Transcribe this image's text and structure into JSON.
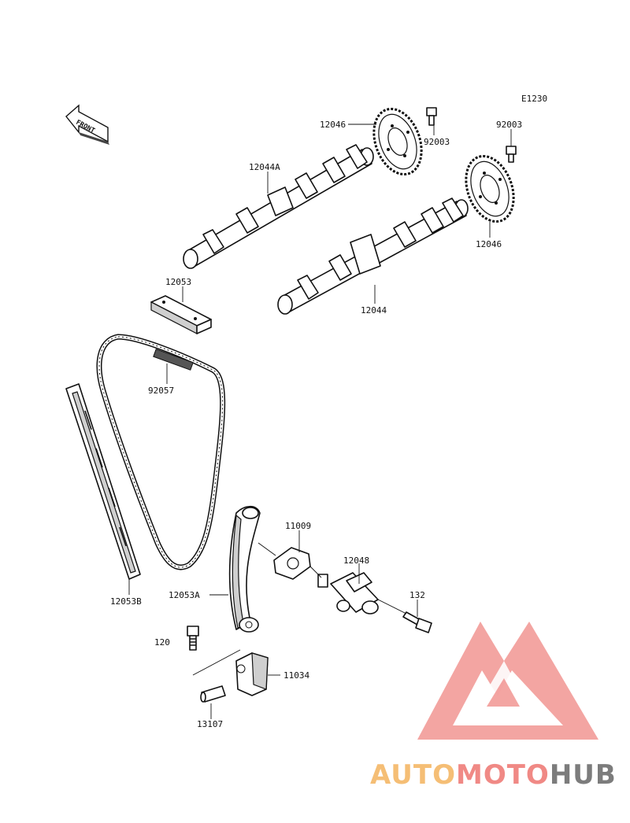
{
  "diagram_code": "E1230",
  "front_arrow_label": "FRONT",
  "parts": [
    {
      "key": "sprocket_left",
      "label": "12046"
    },
    {
      "key": "bolt_left",
      "label": "92003"
    },
    {
      "key": "bolt_right",
      "label": "92003"
    },
    {
      "key": "camshaft_exhaust",
      "label": "12044A"
    },
    {
      "key": "sprocket_right",
      "label": "12046"
    },
    {
      "key": "guide_top",
      "label": "12053"
    },
    {
      "key": "camshaft_intake",
      "label": "12044"
    },
    {
      "key": "chain",
      "label": "92057"
    },
    {
      "key": "gasket",
      "label": "11009"
    },
    {
      "key": "tensioner",
      "label": "12048"
    },
    {
      "key": "bolt_tensioner",
      "label": "132"
    },
    {
      "key": "guide_right",
      "label": "12053B"
    },
    {
      "key": "guide_left",
      "label": "12053A"
    },
    {
      "key": "bolt_120",
      "label": "120"
    },
    {
      "key": "bracket",
      "label": "11034"
    },
    {
      "key": "pin",
      "label": "13107"
    }
  ],
  "watermark": {
    "auto": "AUTO",
    "moto": "MOTO",
    "hub": "HUB",
    "colors": {
      "auto": "#f5b867",
      "moto": "#ef7d78",
      "hub": "#6e6e6e",
      "triangle": "#f08a86"
    }
  }
}
